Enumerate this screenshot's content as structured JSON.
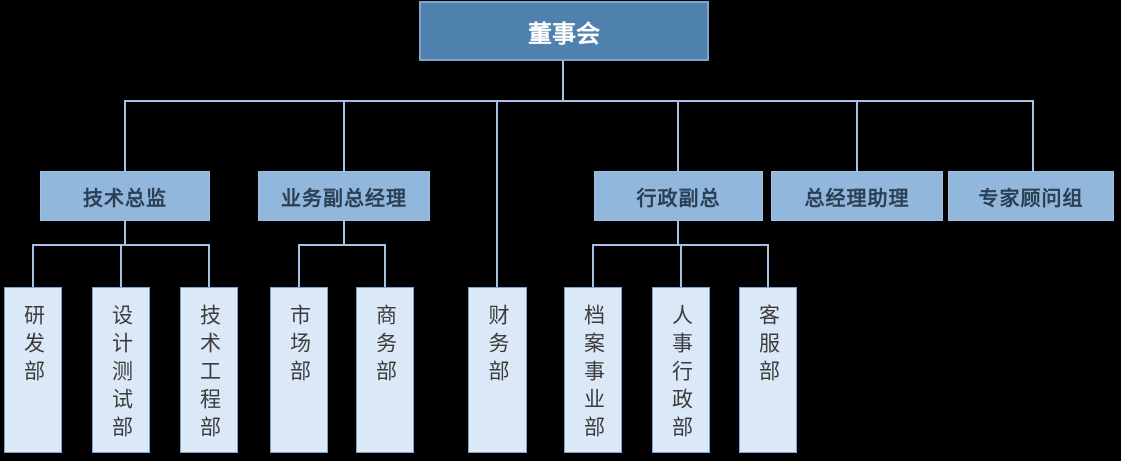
{
  "colors": {
    "background": "#000000",
    "level1_fill": "#4E81AE",
    "level1_border": "#7FA6C9",
    "level1_text": "#FFFFFF",
    "level2_fill": "#91B7DD",
    "level2_text": "#2B4055",
    "level3_fill": "#DAE8F8",
    "level3_border": "#7FA4CB",
    "level3_text": "#3C3C3C",
    "connector_line": "#A4C3E3"
  },
  "nodes": {
    "board": {
      "label": "董事会",
      "level": 1
    },
    "tech_director": {
      "label": "技术总监",
      "level": 2
    },
    "business_deputy_gm": {
      "label": "业务副总经理",
      "level": 2
    },
    "admin_deputy": {
      "label": "行政副总",
      "level": 2
    },
    "gm_assistant": {
      "label": "总经理助理",
      "level": 2
    },
    "expert_advisors": {
      "label": "专家顾问组",
      "level": 2
    },
    "rnd_dept": {
      "label": "研发部",
      "level": 3
    },
    "design_test_dept": {
      "label": "设计测试部",
      "level": 3
    },
    "tech_eng_dept": {
      "label": "技术工程部",
      "level": 3
    },
    "marketing_dept": {
      "label": "市场部",
      "level": 3
    },
    "commerce_dept": {
      "label": "商务部",
      "level": 3
    },
    "finance_dept": {
      "label": "财务部",
      "level": 3
    },
    "archives_dept": {
      "label": "档案事业部",
      "level": 3
    },
    "hr_admin_dept": {
      "label": "人事行政部",
      "level": 3
    },
    "customer_service_dept": {
      "label": "客服部",
      "level": 3
    }
  },
  "hierarchy": {
    "董事会": [
      "技术总监",
      "业务副总经理",
      "财务部",
      "行政副总",
      "总经理助理",
      "专家顾问组"
    ],
    "技术总监": [
      "研发部",
      "设计测试部",
      "技术工程部"
    ],
    "业务副总经理": [
      "市场部",
      "商务部"
    ],
    "行政副总": [
      "档案事业部",
      "人事行政部",
      "客服部"
    ],
    "总经理助理": [],
    "专家顾问组": []
  }
}
